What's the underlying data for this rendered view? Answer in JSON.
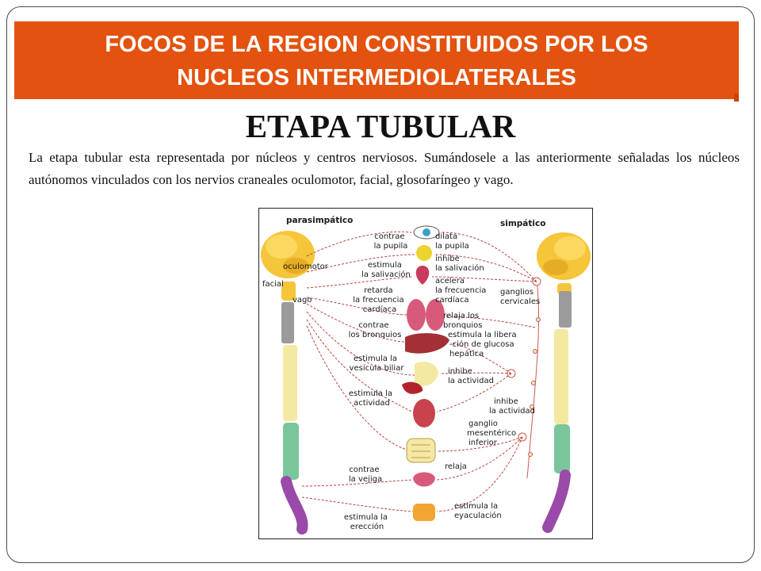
{
  "header": {
    "banner_line1": "FOCOS DE LA REGION CONSTITUIDOS POR LOS",
    "banner_line2": "NUCLEOS INTERMEDIOLATERALES",
    "title": "ETAPA TUBULAR"
  },
  "body": {
    "paragraph": "La etapa tubular esta representada por núcleos y centros nerviosos. Sumándosele a las anteriormente señaladas los núcleos autónomos vinculados con los nervios craneales oculomotor, facial, glosofaríngeo y vago."
  },
  "diagram": {
    "headers": {
      "left": "parasimpático",
      "right": "simpático"
    },
    "nerves": {
      "oculomotor": "oculomotor",
      "facial": "facial",
      "vago": "vago"
    },
    "left_labels": [
      [
        "contrae",
        "la pupila"
      ],
      [
        "estimula",
        "la salivación"
      ],
      [
        "retarda",
        "la frecuencia",
        "cardíaca"
      ],
      [
        "contrae",
        "los bronquios"
      ],
      [
        "estimula la",
        "vesícula biliar"
      ],
      [
        "estimula la",
        "actividad"
      ],
      [
        "contrae",
        "la vejiga"
      ],
      [
        "estimula la",
        "erección"
      ]
    ],
    "right_labels": [
      [
        "dilata",
        "la pupila"
      ],
      [
        "inhibe",
        "la salivación"
      ],
      [
        "acelera",
        "la frecuencia",
        "cardíaca"
      ],
      [
        "relaja los",
        "bronquios"
      ],
      [
        "estimula la libera",
        "-ción de glucosa",
        "hepática"
      ],
      [
        "inhibe",
        "la actividad"
      ],
      [
        "inhibe",
        "la actividad"
      ],
      [
        "relaja"
      ],
      [
        "estimula la",
        "eyaculación"
      ]
    ],
    "ganglia_labels": {
      "cervical": [
        "ganglios",
        "cervicales"
      ],
      "mesenteric": [
        "ganglio",
        "mesentérico",
        "inferior"
      ]
    }
  }
}
